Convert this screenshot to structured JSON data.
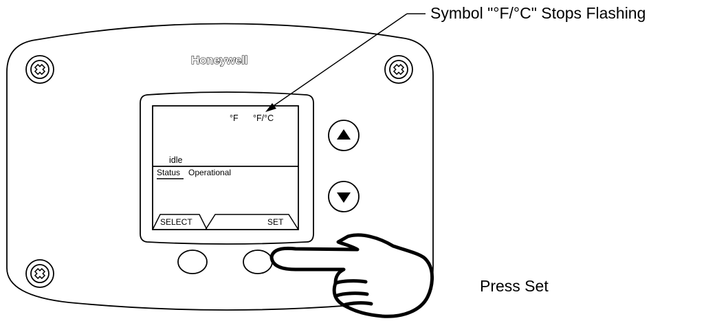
{
  "device": {
    "brand": "Honeywell",
    "display": {
      "unit_f": "°F",
      "unit_fc": "°F/°C",
      "mode": "idle",
      "status_label": "Status",
      "status_value": "Operational",
      "softkey_left": "SELECT",
      "softkey_right": "SET"
    },
    "buttons": {
      "up_icon": "triangle-up",
      "down_icon": "triangle-down"
    }
  },
  "callouts": {
    "flash_note": "Symbol \"°F/°C\" Stops Flashing",
    "press_note": "Press Set"
  },
  "icons": [
    "screw-icon",
    "up-arrow-icon",
    "down-arrow-icon",
    "hand-pointer-icon"
  ]
}
